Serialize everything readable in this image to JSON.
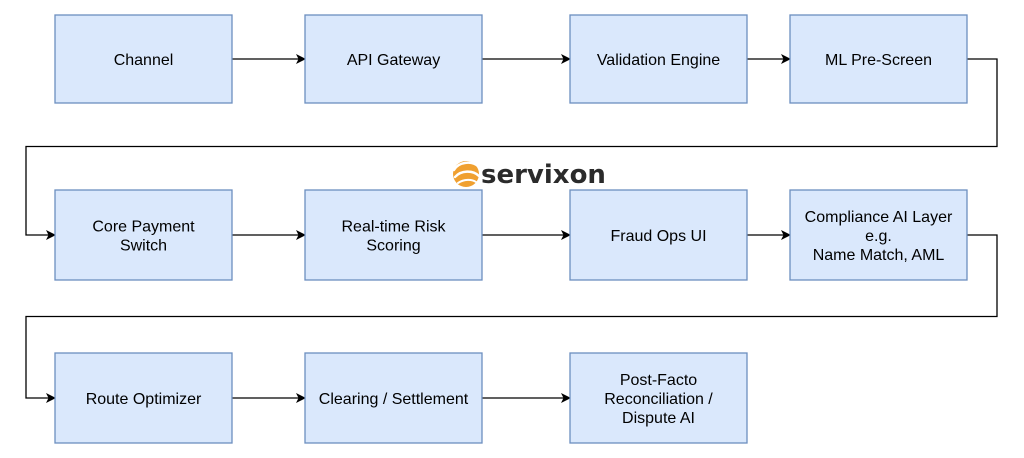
{
  "logo": {
    "text": "servixon",
    "icon": "orange-swirl-logo-icon",
    "icon_color": "#f0a030"
  },
  "colors": {
    "node_fill": "#dae8fc",
    "node_stroke": "#6c8ebf",
    "edge": "#000000"
  },
  "nodes": [
    {
      "id": "channel",
      "lines": [
        "Channel"
      ]
    },
    {
      "id": "api-gateway",
      "lines": [
        "API Gateway"
      ]
    },
    {
      "id": "validation-engine",
      "lines": [
        "Validation Engine"
      ]
    },
    {
      "id": "ml-pre-screen",
      "lines": [
        "ML Pre-Screen"
      ]
    },
    {
      "id": "core-payment-switch",
      "lines": [
        "Core Payment",
        "Switch"
      ]
    },
    {
      "id": "real-time-risk-scoring",
      "lines": [
        "Real-time Risk",
        "Scoring"
      ]
    },
    {
      "id": "fraud-ops-ui",
      "lines": [
        "Fraud Ops UI"
      ]
    },
    {
      "id": "compliance-ai-layer",
      "lines": [
        "Compliance AI Layer",
        "e.g.",
        "Name Match, AML"
      ]
    },
    {
      "id": "route-optimizer",
      "lines": [
        "Route Optimizer"
      ]
    },
    {
      "id": "clearing-settlement",
      "lines": [
        "Clearing / Settlement"
      ]
    },
    {
      "id": "post-facto-reconciliation",
      "lines": [
        "Post-Facto",
        "Reconciliation /",
        "Dispute AI"
      ]
    }
  ],
  "edges": [
    {
      "from": "channel",
      "to": "api-gateway"
    },
    {
      "from": "api-gateway",
      "to": "validation-engine"
    },
    {
      "from": "validation-engine",
      "to": "ml-pre-screen"
    },
    {
      "from": "ml-pre-screen",
      "to": "core-payment-switch"
    },
    {
      "from": "core-payment-switch",
      "to": "real-time-risk-scoring"
    },
    {
      "from": "real-time-risk-scoring",
      "to": "fraud-ops-ui"
    },
    {
      "from": "fraud-ops-ui",
      "to": "compliance-ai-layer"
    },
    {
      "from": "compliance-ai-layer",
      "to": "route-optimizer"
    },
    {
      "from": "route-optimizer",
      "to": "clearing-settlement"
    },
    {
      "from": "clearing-settlement",
      "to": "post-facto-reconciliation"
    }
  ]
}
